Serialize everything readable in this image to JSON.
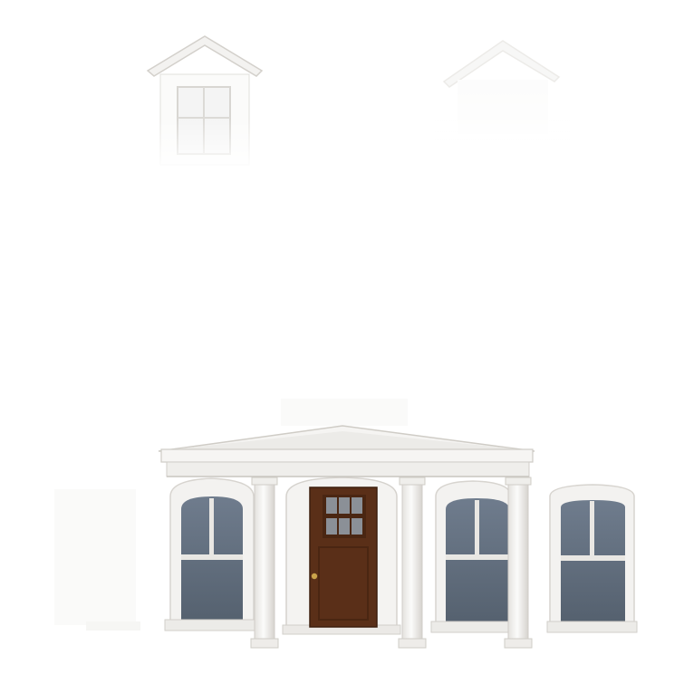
{
  "scene": {
    "description_visible_text": "",
    "colors": {
      "background": "#ffffff",
      "trim": "#f2f1ef",
      "trim_shadow": "#d9d7d3",
      "glass": "#5e6b7c",
      "glass_light": "#7c899a",
      "door": "#5a2f18",
      "door_panel": "#4a2612",
      "door_glass": "#8a8f96",
      "knob": "#c9a24a"
    },
    "elements": [
      "left-dormer",
      "right-dormer",
      "portico-pediment",
      "portico-columns",
      "front-door",
      "left-arched-window",
      "center-right-arched-window",
      "far-right-window"
    ]
  }
}
